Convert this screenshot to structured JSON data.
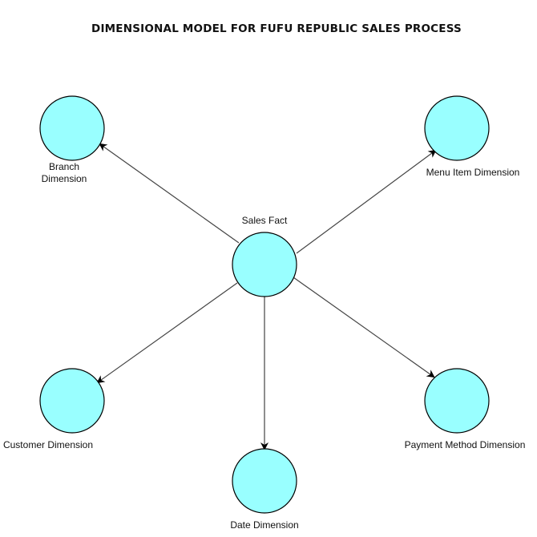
{
  "title": "DIMENSIONAL MODEL FOR FUFU REPUBLIC SALES PROCESS",
  "colors": {
    "node_fill": "#99ffff",
    "node_stroke": "#000000",
    "edge_stroke": "#444444",
    "arrow_fill": "#000000",
    "text": "#111111"
  },
  "nodes": {
    "fact": {
      "label": "Sales Fact"
    },
    "branch": {
      "label_line1": "Branch",
      "label_line2": "Dimension"
    },
    "menu_item": {
      "label": "Menu Item Dimension"
    },
    "customer": {
      "label": "Customer Dimension"
    },
    "date": {
      "label": "Date Dimension"
    },
    "payment_method": {
      "label": "Payment Method Dimension"
    }
  },
  "edges": [
    {
      "from": "Sales Fact",
      "to": "Branch Dimension"
    },
    {
      "from": "Sales Fact",
      "to": "Menu Item Dimension"
    },
    {
      "from": "Sales Fact",
      "to": "Customer Dimension"
    },
    {
      "from": "Sales Fact",
      "to": "Date Dimension"
    },
    {
      "from": "Sales Fact",
      "to": "Payment Method Dimension"
    }
  ]
}
